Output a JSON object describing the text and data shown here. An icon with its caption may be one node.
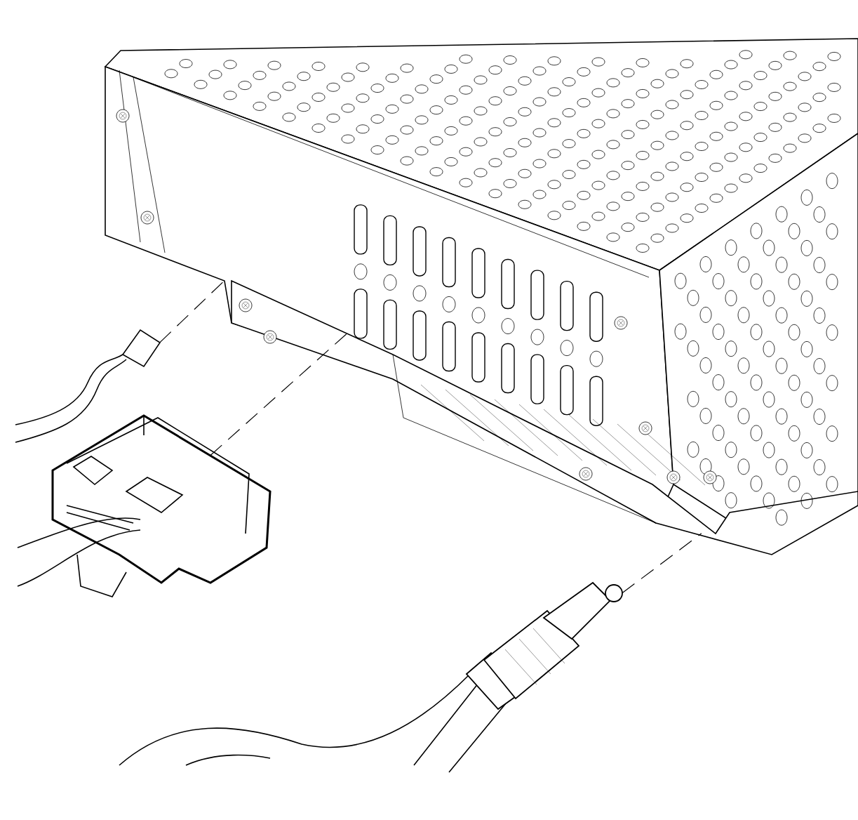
{
  "diagram": {
    "nodes": [
      {
        "text": [],
        "shape": "picture"
      },
      {
        "text": [],
        "shape": "picture"
      },
      {
        "text": [],
        "shape": "picture"
      },
      {
        "text": [],
        "shape": "picture"
      }
    ],
    "edges": [
      {
        "from": 1,
        "to": 0,
        "arrow": "none",
        "style": "dashed"
      },
      {
        "from": 2,
        "to": 0,
        "arrow": "none",
        "style": "dashed"
      },
      {
        "from": 3,
        "to": 0,
        "arrow": "none",
        "style": "dashed"
      }
    ]
  }
}
